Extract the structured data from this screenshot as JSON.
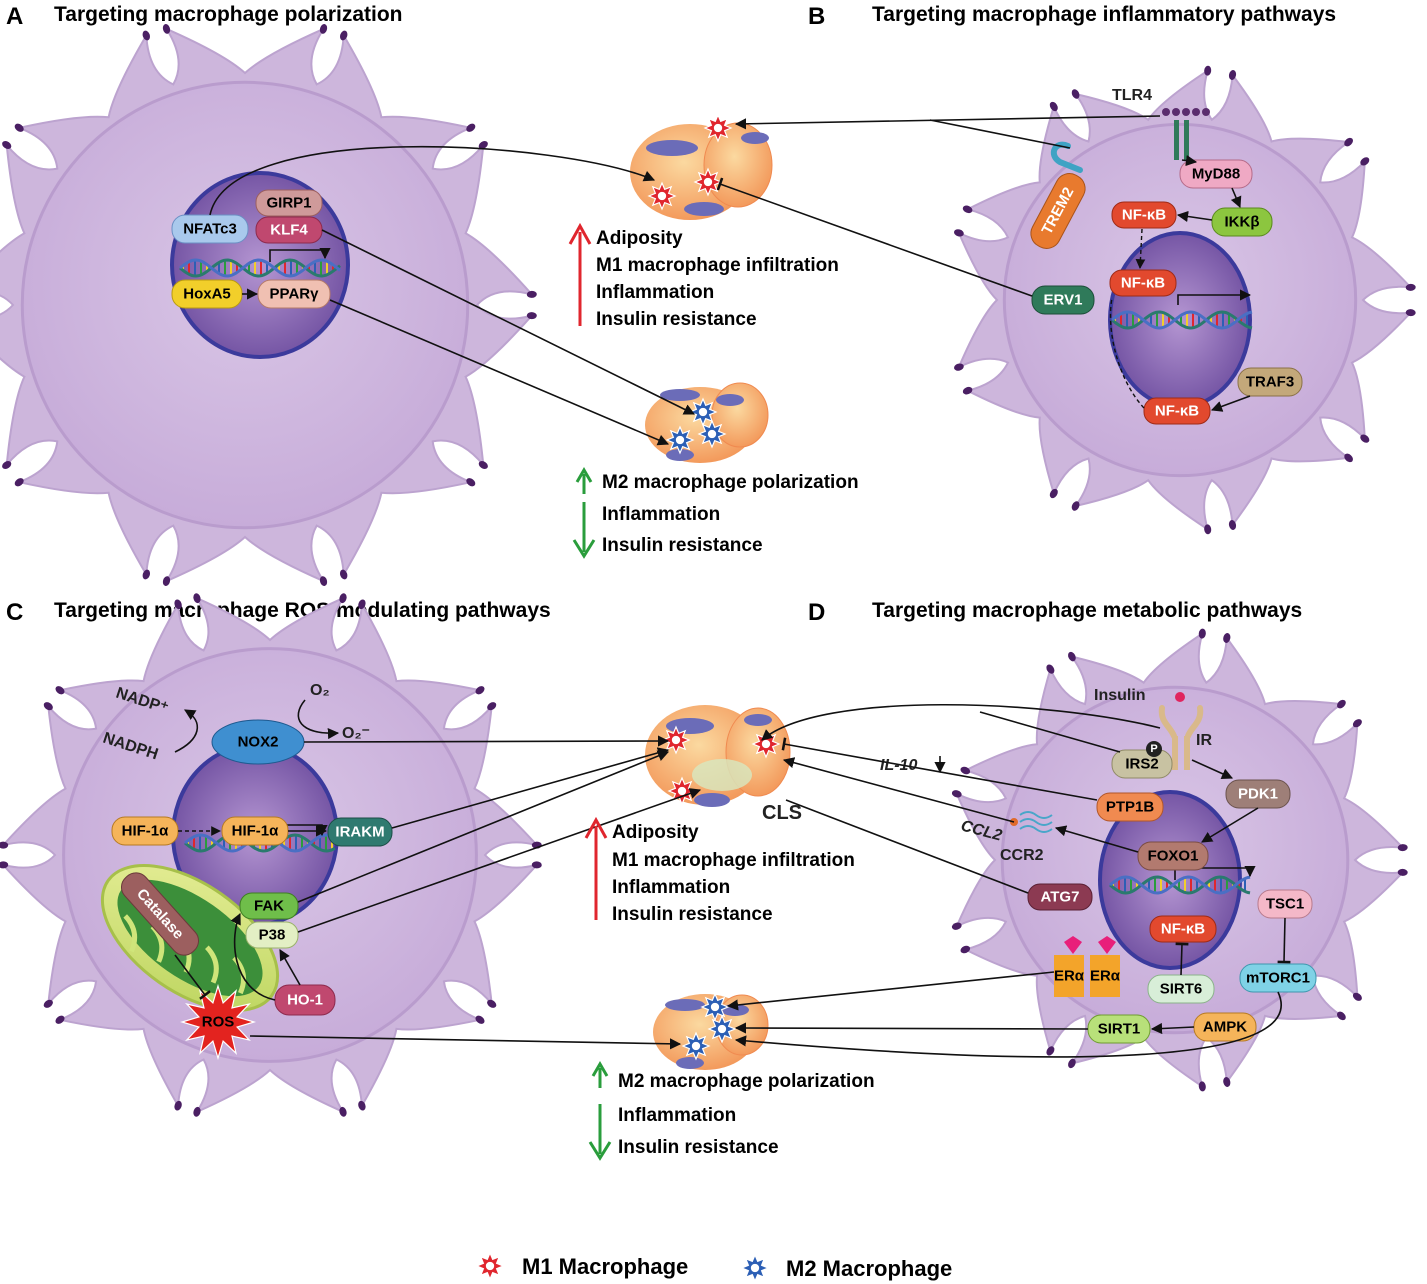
{
  "panels": {
    "a": {
      "letter": "A",
      "title": "Targeting macrophage polarization"
    },
    "b": {
      "letter": "B",
      "title": "Targeting macrophage inflammatory pathways"
    },
    "c": {
      "letter": "C",
      "title": "Targeting macrophage ROS modulating pathways"
    },
    "d": {
      "letter": "D",
      "title": "Targeting macrophage metabolic pathways"
    }
  },
  "outcomes": {
    "up_top": [
      "Adiposity",
      "M1 macrophage infiltration",
      "Inflammation",
      "Insulin resistance"
    ],
    "down_top": [
      "M2 macrophage polarization",
      "Inflammation",
      "Insulin resistance"
    ],
    "up_bottom": [
      "Adiposity",
      "M1 macrophage infiltration",
      "Inflammation",
      "Insulin resistance"
    ],
    "down_bottom": [
      "M2 macrophage polarization",
      "Inflammation",
      "Insulin resistance"
    ]
  },
  "labels": {
    "a": {
      "nfatc3": "NFATc3",
      "girp1": "GIRP1",
      "klf4": "KLF4",
      "hoxa5": "HoxA5",
      "pparg": "PPARγ"
    },
    "b": {
      "tlr4": "TLR4",
      "trem2": "TREM2",
      "myd88": "MyD88",
      "nfkb1": "NF-κB",
      "ikkb": "IKKβ",
      "nfkb2": "NF-κB",
      "erv1": "ERV1",
      "traf3": "TRAF3",
      "nfkb3": "NF-κB"
    },
    "c": {
      "nadp": "NADP⁺",
      "nadph": "NADPH",
      "o2": "O₂",
      "o2minus": "O₂⁻",
      "nox2": "NOX2",
      "hif1": "HIF-1α",
      "hif2": "HIF-1α",
      "irakm": "IRAKM",
      "fak": "FAK",
      "p38": "P38",
      "catalase": "Catalase",
      "ho1": "HO-1",
      "ros": "ROS",
      "cls": "CLS"
    },
    "d": {
      "insulin": "Insulin",
      "ir": "IR",
      "p": "P",
      "irs2": "IRS2",
      "il10": "IL-10",
      "ccl2": "CCL2",
      "ccr2": "CCR2",
      "ptp1b": "PTP1B",
      "pdk1": "PDK1",
      "foxo1": "FOXO1",
      "atg7": "ATG7",
      "tsc1": "TSC1",
      "nfkb": "NF-κB",
      "mtorc1": "mTORC1",
      "era1": "ERα",
      "era2": "ERα",
      "sirt6": "SIRT6",
      "sirt1": "SIRT1",
      "ampk": "AMPK"
    }
  },
  "legend": {
    "m1": "M1 Macrophage",
    "m2": "M2 Macrophage"
  },
  "colors": {
    "cell": "#cdb6dc",
    "cell_edge": "#bca3cf",
    "nucleus": "#7b5ea8",
    "nucleus_edge": "#3b3a9c",
    "adipocyte": "#f6a96b",
    "m1_star": "#e0262e",
    "m2_star": "#2c5fb5",
    "up_arrow": "#e0262e",
    "down_arrow": "#2a9d3c"
  }
}
